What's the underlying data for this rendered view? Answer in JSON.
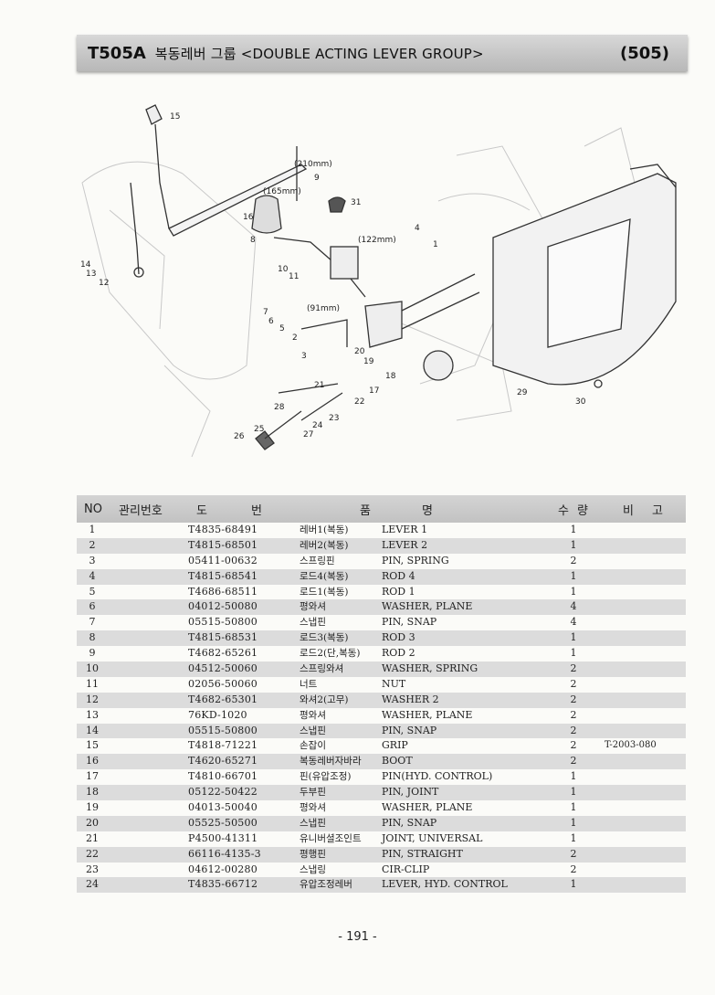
{
  "header": {
    "code": "T505A",
    "title": "복동레버 그룹 <DOUBLE ACTING LEVER GROUP>",
    "page_ref": "(505)"
  },
  "diagram": {
    "dim_210": "(210mm)",
    "dim_165": "(165mm)",
    "dim_122": "(122mm)",
    "dim_91": "(91mm)",
    "callouts": [
      "15",
      "9",
      "31",
      "16",
      "8",
      "4",
      "1",
      "10",
      "11",
      "14",
      "13",
      "12",
      "7",
      "6",
      "5",
      "2",
      "3",
      "20",
      "19",
      "18",
      "21",
      "17",
      "22",
      "23",
      "28",
      "24",
      "27",
      "25",
      "26",
      "29",
      "30"
    ]
  },
  "table": {
    "headers": {
      "no": "NO",
      "mgmt": "관리번호",
      "do": "도",
      "beon": "번",
      "pum": "품",
      "myeong": "명",
      "su": "수",
      "ryang": "량",
      "bi": "비",
      "go": "고"
    },
    "rows": [
      {
        "no": "1",
        "part": "T4835-68491",
        "kr": "레버1(복동)",
        "en": "LEVER 1",
        "qty": "1",
        "note": ""
      },
      {
        "no": "2",
        "part": "T4815-68501",
        "kr": "레버2(복동)",
        "en": "LEVER 2",
        "qty": "1",
        "note": ""
      },
      {
        "no": "3",
        "part": "05411-00632",
        "kr": "스프링핀",
        "en": "PIN, SPRING",
        "qty": "2",
        "note": ""
      },
      {
        "no": "4",
        "part": "T4815-68541",
        "kr": "로드4(복동)",
        "en": "ROD 4",
        "qty": "1",
        "note": ""
      },
      {
        "no": "5",
        "part": "T4686-68511",
        "kr": "로드1(복동)",
        "en": "ROD 1",
        "qty": "1",
        "note": ""
      },
      {
        "no": "6",
        "part": "04012-50080",
        "kr": "평와셔",
        "en": "WASHER, PLANE",
        "qty": "4",
        "note": ""
      },
      {
        "no": "7",
        "part": "05515-50800",
        "kr": "스냅핀",
        "en": "PIN, SNAP",
        "qty": "4",
        "note": ""
      },
      {
        "no": "8",
        "part": "T4815-68531",
        "kr": "로드3(복동)",
        "en": "ROD 3",
        "qty": "1",
        "note": ""
      },
      {
        "no": "9",
        "part": "T4682-65261",
        "kr": "로드2(단,복동)",
        "en": "ROD 2",
        "qty": "1",
        "note": ""
      },
      {
        "no": "10",
        "part": "04512-50060",
        "kr": "스프링와셔",
        "en": "WASHER, SPRING",
        "qty": "2",
        "note": ""
      },
      {
        "no": "11",
        "part": "02056-50060",
        "kr": "너트",
        "en": "NUT",
        "qty": "2",
        "note": ""
      },
      {
        "no": "12",
        "part": "T4682-65301",
        "kr": "와셔2(고무)",
        "en": "WASHER 2",
        "qty": "2",
        "note": ""
      },
      {
        "no": "13",
        "part": "76KD-1020",
        "kr": "평와셔",
        "en": "WASHER, PLANE",
        "qty": "2",
        "note": ""
      },
      {
        "no": "14",
        "part": "05515-50800",
        "kr": "스냅핀",
        "en": "PIN, SNAP",
        "qty": "2",
        "note": ""
      },
      {
        "no": "15",
        "part": "T4818-71221",
        "kr": "손잡이",
        "en": "GRIP",
        "qty": "2",
        "note": "T-2003-080"
      },
      {
        "no": "16",
        "part": "T4620-65271",
        "kr": "복동레버자바라",
        "en": "BOOT",
        "qty": "2",
        "note": ""
      },
      {
        "no": "17",
        "part": "T4810-66701",
        "kr": "핀(유압조정)",
        "en": "PIN(HYD. CONTROL)",
        "qty": "1",
        "note": ""
      },
      {
        "no": "18",
        "part": "05122-50422",
        "kr": "두부핀",
        "en": "PIN, JOINT",
        "qty": "1",
        "note": ""
      },
      {
        "no": "19",
        "part": "04013-50040",
        "kr": "평와셔",
        "en": "WASHER, PLANE",
        "qty": "1",
        "note": ""
      },
      {
        "no": "20",
        "part": "05525-50500",
        "kr": "스냅핀",
        "en": "PIN, SNAP",
        "qty": "1",
        "note": ""
      },
      {
        "no": "21",
        "part": "P4500-41311",
        "kr": "유니버셜조인트",
        "en": "JOINT, UNIVERSAL",
        "qty": "1",
        "note": ""
      },
      {
        "no": "22",
        "part": "66116-4135-3",
        "kr": "평행핀",
        "en": "PIN, STRAIGHT",
        "qty": "2",
        "note": ""
      },
      {
        "no": "23",
        "part": "04612-00280",
        "kr": "스냅링",
        "en": "CIR-CLIP",
        "qty": "2",
        "note": ""
      },
      {
        "no": "24",
        "part": "T4835-66712",
        "kr": "유압조정레버",
        "en": "LEVER, HYD. CONTROL",
        "qty": "1",
        "note": ""
      }
    ]
  },
  "footer": {
    "page_number": "- 191 -"
  }
}
